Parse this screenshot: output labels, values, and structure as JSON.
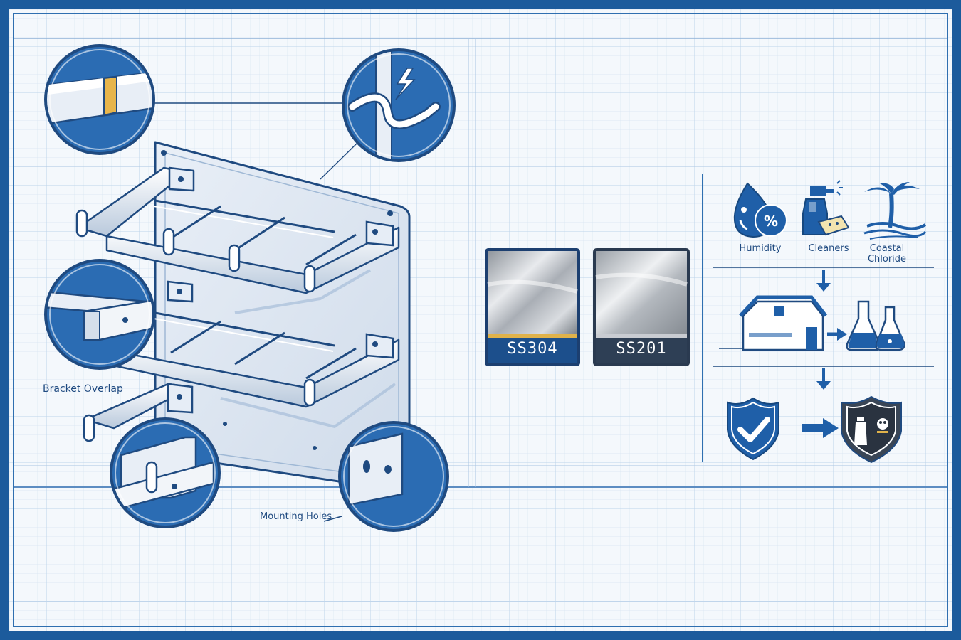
{
  "labels": {
    "bracket_overlap": "Bracket Overlap",
    "mounting_holes": "Mounting Holes"
  },
  "materials": [
    {
      "name": "SS304",
      "accent": "#e0b24a",
      "band": "#1c4f8c"
    },
    {
      "name": "SS201",
      "accent": "#c9ccd2",
      "band": "#2e3f55"
    }
  ],
  "factors": {
    "humidity": "Humidity",
    "cleaners": "Cleaners",
    "coastal_line1": "Coastal",
    "coastal_line2": "Chloride"
  },
  "colors": {
    "frame": "#1c5b9c",
    "paper": "#f4f8fc",
    "grid": "#cfe0f0",
    "ink": "#1f4a80",
    "icon_blue": "#1f5fa8"
  },
  "icons": [
    "humidity-drop-icon",
    "spray-bottle-icon",
    "palm-tree-icon",
    "factory-icon",
    "flask-icon",
    "shield-check-icon",
    "shield-chemical-icon"
  ]
}
